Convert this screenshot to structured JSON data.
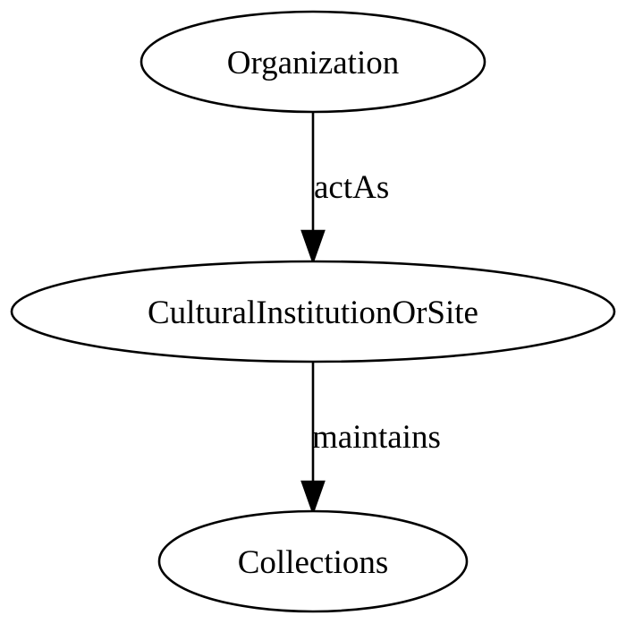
{
  "diagram": {
    "nodes": [
      {
        "id": "organization",
        "label": "Organization"
      },
      {
        "id": "cultural",
        "label": "CulturalInstitutionOrSite"
      },
      {
        "id": "collections",
        "label": "Collections"
      }
    ],
    "edges": [
      {
        "from": "organization",
        "to": "cultural",
        "label": "actAs"
      },
      {
        "from": "cultural",
        "to": "collections",
        "label": "maintains"
      }
    ],
    "colors": {
      "stroke": "#000000",
      "fill": "#ffffff",
      "text": "#000000"
    }
  }
}
